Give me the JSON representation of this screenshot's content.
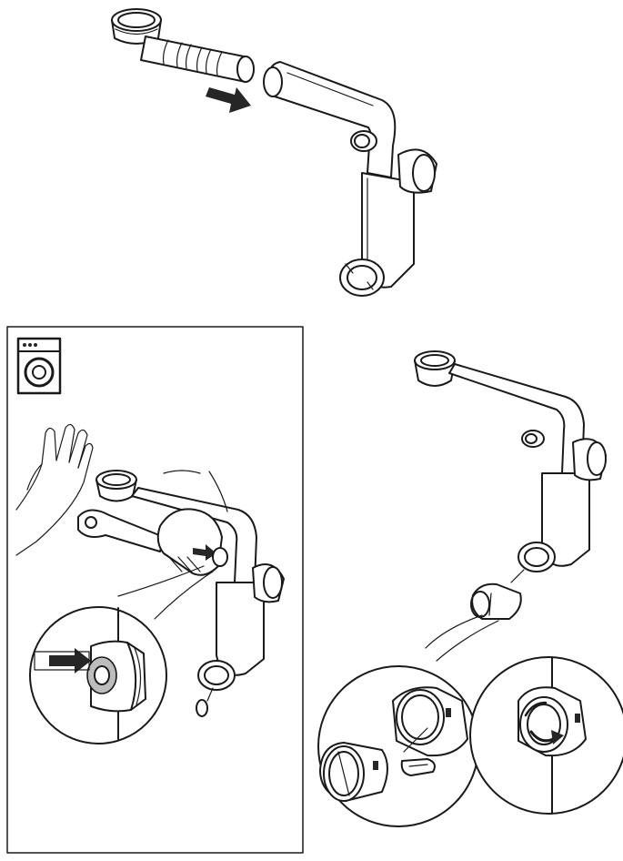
{
  "figure": {
    "panels": [
      {
        "id": "step-insert-pipe",
        "icon": "arrow-right-icon"
      },
      {
        "id": "step-washing-machine-connection",
        "icon": "washing-machine-icon"
      },
      {
        "id": "step-cap-removal",
        "icon": "rotate-arrow-icon"
      }
    ],
    "colors": {
      "line": "#1a1a1a",
      "shade": "#bdbdbd",
      "arrow": "#262626",
      "background": "#ffffff"
    }
  }
}
